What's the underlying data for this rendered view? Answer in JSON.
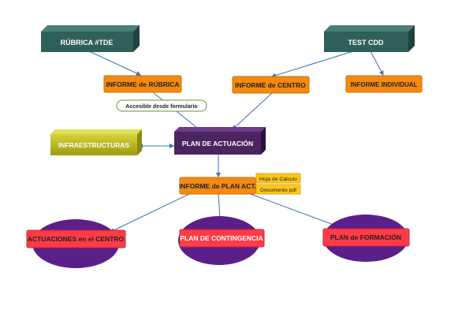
{
  "colors": {
    "dark_teal": "#2f5f5a",
    "orange": "#f48a10",
    "olive": "#b8b51a",
    "purple": "#4b2462",
    "red": "#ff3b47",
    "ellipse_purple": "#5b1f8a",
    "yellow_tag": "#ffc61a",
    "connector": "#3e6fb5"
  },
  "nodes": {
    "rubrica_tde": "RÚBRICA #TDE",
    "test_cdd": "TEST CDD",
    "informe_rubrica": "INFORME de RÚBRICA",
    "informe_centro": "INFORME de CENTRO",
    "informe_individual": "INFORME INDIVIDUAL",
    "accesible_formulario": "Accesible desde formulario",
    "infraestructuras": "INFRAESTRUCTURAS",
    "plan_actuacion": "PLAN DE ACTUACIÓN",
    "informe_plan_act": "INFORME de PLAN ACT.",
    "hoja_calculo": "Hoja de Cálculo",
    "documento_pdf": "Documento pdf",
    "actuaciones_centro": "ACTUACIONES en el CENTRO",
    "plan_contingencia": "PLAN DE CONTINGENCIA",
    "plan_formacion": "PLAN de FORMACIÓN"
  }
}
